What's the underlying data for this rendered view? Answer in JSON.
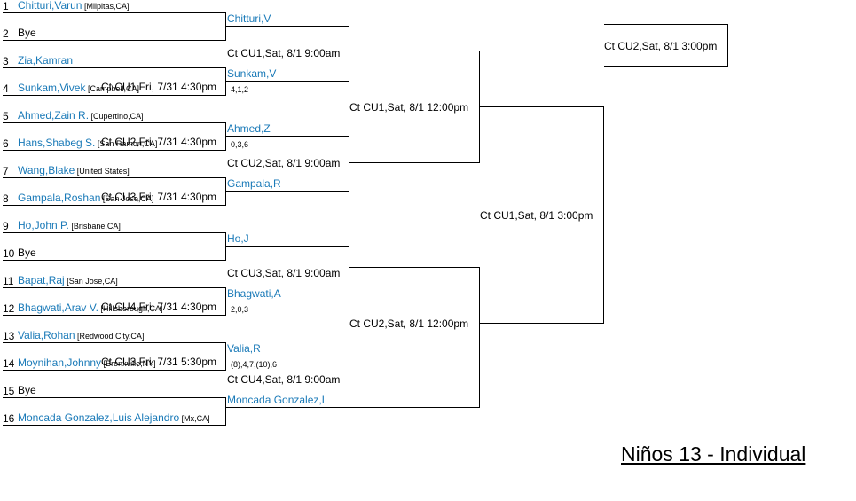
{
  "title": "Niños 13 - Individual",
  "round1": {
    "seeds": [
      "1",
      "2",
      "3",
      "4",
      "5",
      "6",
      "7",
      "8",
      "9",
      "10",
      "11",
      "12",
      "13",
      "14",
      "15",
      "16"
    ],
    "entries": [
      {
        "name": "Chitturi,Varun",
        "loc": "[Milpitas,CA]"
      },
      {
        "name": "Bye",
        "loc": ""
      },
      {
        "name": "Zia,Kamran",
        "loc": ""
      },
      {
        "name": "Sunkam,Vivek",
        "loc": "[Campbell,CA]"
      },
      {
        "name": "Ahmed,Zain R.",
        "loc": "[Cupertino,CA]"
      },
      {
        "name": "Hans,Shabeg S.",
        "loc": "[San Ramon,CA]"
      },
      {
        "name": "Wang,Blake",
        "loc": "[United States]"
      },
      {
        "name": "Gampala,Roshan",
        "loc": "[San Jose,CA]"
      },
      {
        "name": "Ho,John P.",
        "loc": "[Brisbane,CA]"
      },
      {
        "name": "Bye",
        "loc": ""
      },
      {
        "name": "Bapat,Raj",
        "loc": "[San Jose,CA]"
      },
      {
        "name": "Bhagwati,Arav V.",
        "loc": "[Hillsborough,CA]"
      },
      {
        "name": "Valia,Rohan",
        "loc": "[Redwood City,CA]"
      },
      {
        "name": "Moynihan,Johnny",
        "loc": "[Bronxville,NY]"
      },
      {
        "name": "Bye",
        "loc": ""
      },
      {
        "name": "Moncada Gonzalez,Luis Alejandro",
        "loc": "[Mx,CA]"
      }
    ],
    "matches": [
      "",
      "Ct CU1,Fri, 7/31 4:30pm",
      "Ct CU2,Fri, 7/31 4:30pm",
      "Ct CU3,Fri, 7/31 4:30pm",
      "",
      "Ct CU4,Fri, 7/31 4:30pm",
      "Ct CU3,Fri, 7/31 5:30pm",
      ""
    ]
  },
  "round2": {
    "winners": [
      "Chitturi,V",
      "Sunkam,V",
      "Ahmed,Z",
      "Gampala,R",
      "Ho,J",
      "Bhagwati,A",
      "Valia,R",
      "Moncada Gonzalez,L"
    ],
    "scores": [
      "",
      "4,1,2",
      "0,3,6",
      "",
      "",
      "2,0,3",
      "(8),4,7,(10),6",
      ""
    ],
    "matches": [
      "Ct CU1,Sat, 8/1 9:00am",
      "Ct CU2,Sat, 8/1 9:00am",
      "Ct CU3,Sat, 8/1 9:00am",
      "Ct CU4,Sat, 8/1 9:00am"
    ]
  },
  "round3": {
    "matches": [
      "Ct CU1,Sat, 8/1 12:00pm",
      "Ct CU2,Sat, 8/1 12:00pm"
    ]
  },
  "round4": {
    "matches": [
      "Ct CU1,Sat, 8/1 3:00pm"
    ]
  },
  "final": {
    "match": "Ct CU2,Sat, 8/1 3:00pm"
  }
}
